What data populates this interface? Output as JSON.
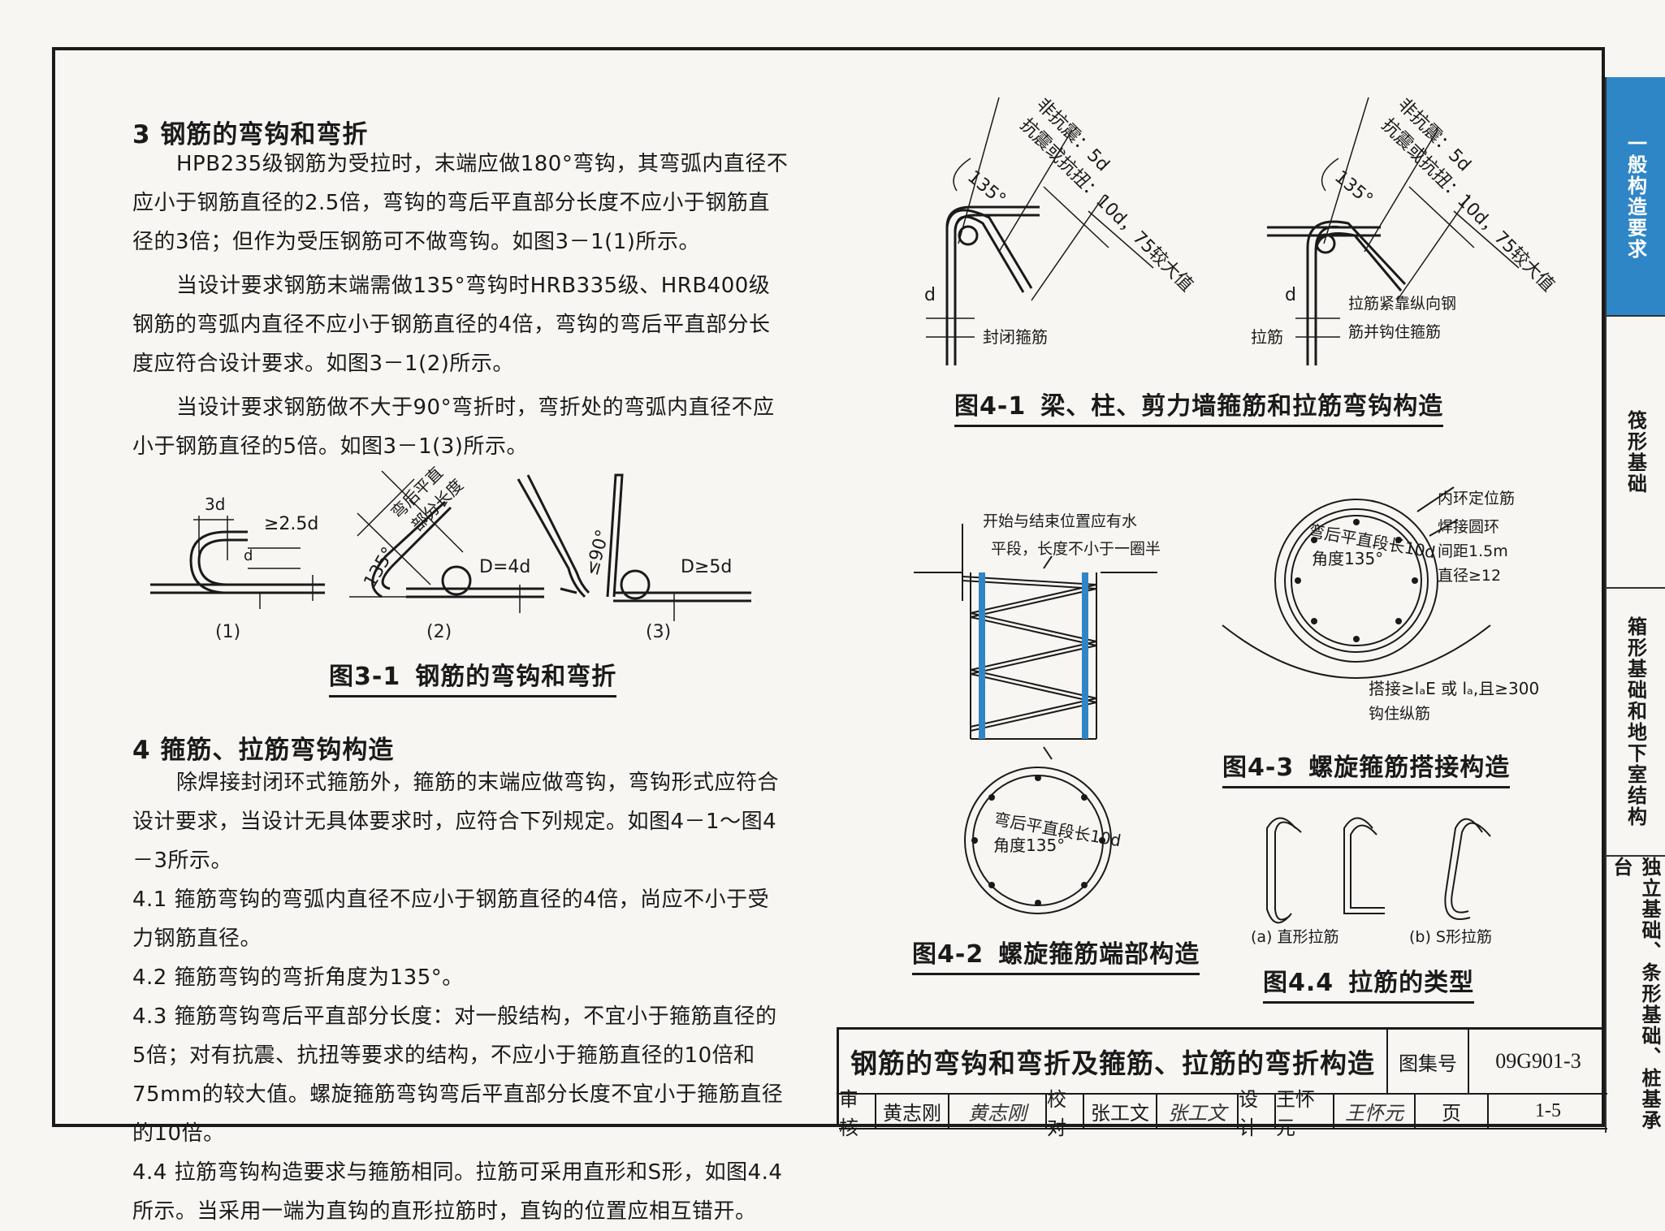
{
  "section3": {
    "heading": "3   钢筋的弯钩和弯折",
    "paragraphs": [
      "HPB235级钢筋为受拉时，末端应做180°弯钩，其弯弧内直径不应小于钢筋直径的2.5倍，弯钩的弯后平直部分长度不应小于钢筋直径的3倍；但作为受压钢筋可不做弯钩。如图3－1(1)所示。",
      "当设计要求钢筋末端需做135°弯钩时HRB335级、HRB400级钢筋的弯弧内直径不应小于钢筋直径的4倍，弯钩的弯后平直部分长度应符合设计要求。如图3－1(2)所示。",
      "当设计要求钢筋做不大于90°弯折时，弯折处的弯弧内直径不应小于钢筋直径的5倍。如图3－1(3)所示。"
    ]
  },
  "fig3_1": {
    "caption_num": "图3-1",
    "caption_text": "钢筋的弯钩和弯折",
    "sub1": "(1)",
    "sub2": "(2)",
    "sub3": "(3)",
    "l_3d": "3d",
    "l_25d": "≥2.5d",
    "l_d": "d",
    "l_straight": "弯后平直",
    "l_straight2": "部分长度",
    "l_135": "135°",
    "l_D4d": "D=4d",
    "l_90": "≤90°",
    "l_D5d": "D≥5d"
  },
  "section4": {
    "heading": "4   箍筋、拉筋弯钩构造",
    "paragraphs": [
      "除焊接封闭环式箍筋外，箍筋的末端应做弯钩，弯钩形式应符合设计要求，当设计无具体要求时，应符合下列规定。如图4－1～图4－3所示。",
      "4.1  箍筋弯钩的弯弧内直径不应小于钢筋直径的4倍，尚应不小于受力钢筋直径。",
      "4.2  箍筋弯钩的弯折角度为135°。",
      "4.3  箍筋弯钩弯后平直部分长度：对一般结构，不宜小于箍筋直径的5倍；对有抗震、抗扭等要求的结构，不应小于箍筋直径的10倍和75mm的较大值。螺旋箍筋弯钩弯后平直部分长度不宜小于箍筋直径的10倍。",
      "4.4   拉筋弯钩构造要求与箍筋相同。拉筋可采用直形和S形，如图4.4所示。当采用一端为直钩的直形拉筋时，直钩的位置应相互错开。"
    ]
  },
  "fig4_1": {
    "caption_num": "图4-1",
    "caption_text": "梁、柱、剪力墙箍筋和拉筋弯钩构造",
    "l_nonseismic": "非抗震：5d",
    "l_seismic": "抗震或抗扭：10d，75较大值",
    "l_135": "135°",
    "l_d": "d",
    "l_closed": "封闭箍筋",
    "l_tie": "拉筋",
    "l_tie_note1": "拉筋紧靠纵向钢",
    "l_tie_note2": "筋并钩住箍筋"
  },
  "fig4_2": {
    "caption_num": "图4-2",
    "caption_text": "螺旋箍筋端部构造",
    "l_note1": "开始与结束位置应有水",
    "l_note2": "平段，长度不小于一圈半",
    "l_straight": "弯后平直段长10d",
    "l_angle": "角度135°"
  },
  "fig4_3": {
    "caption_num": "图4-3",
    "caption_text": "螺旋箍筋搭接构造",
    "l_inner": "内环定位筋",
    "l_weld1": "焊接圆环",
    "l_weld2": "间距1.5m",
    "l_weld3": "直径≥12",
    "l_straight": "弯后平直段长10d",
    "l_angle": "角度135°",
    "l_lap": "搭接≥lₐE 或 lₐ,且≥300",
    "l_hook": "钩住纵筋"
  },
  "fig4_4": {
    "caption_num": "图4.4",
    "caption_text": "拉筋的类型",
    "l_a": "(a) 直形拉筋",
    "l_b": "(b) S形拉筋"
  },
  "sidebar": {
    "tabs": [
      "一般构造要求",
      "筏形基础",
      "箱形基础和地下室结构",
      "独立基础、条形基础、桩基承台"
    ]
  },
  "titleblock": {
    "title": "钢筋的弯钩和弯折及箍筋、拉筋的弯折构造",
    "atlas_label": "图集号",
    "atlas_no": "09G901-3",
    "review_label": "审核",
    "review_name": "黄志刚",
    "check_label": "校对",
    "check_name": "张工文",
    "design_label": "设计",
    "design_name": "王怀元",
    "page_label": "页",
    "page_no": "1-5"
  }
}
